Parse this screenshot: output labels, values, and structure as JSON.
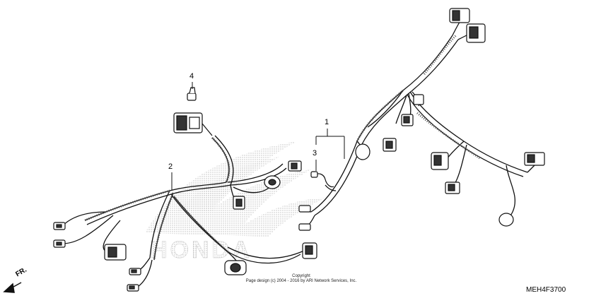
{
  "callouts": {
    "c1": "1",
    "c2": "2",
    "c3": "3",
    "c4": "4"
  },
  "copyright": {
    "line1": "Copyright",
    "line2": "Page design (c) 2004 - 2016 by ARI Network Services, Inc."
  },
  "diagram_code": "MEH4F3700",
  "direction": {
    "label": "FR."
  },
  "watermark": {
    "brand": "HONDA"
  }
}
